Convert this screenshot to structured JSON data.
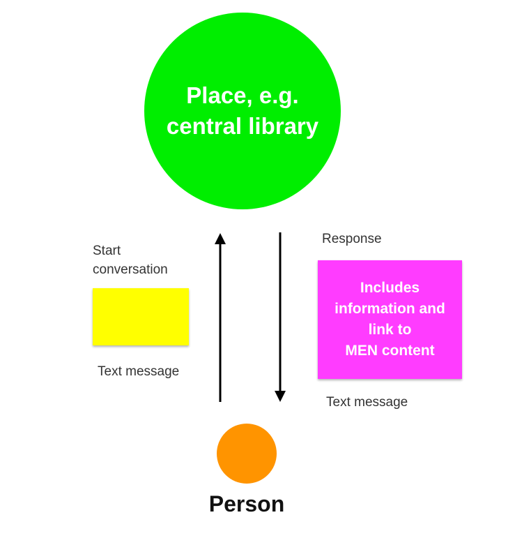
{
  "place": {
    "label": "Place, e.g.\ncentral library",
    "color": "#00ee00"
  },
  "person": {
    "label": "Person",
    "color": "#ff9400"
  },
  "left": {
    "title": "Start\nconversation",
    "caption": "Text message",
    "box_color": "#ffff00"
  },
  "right": {
    "title": "Response",
    "box_text": "Includes\ninformation and\nlink to\nMEN content",
    "caption": "Text message",
    "box_color": "#ff3cff"
  }
}
